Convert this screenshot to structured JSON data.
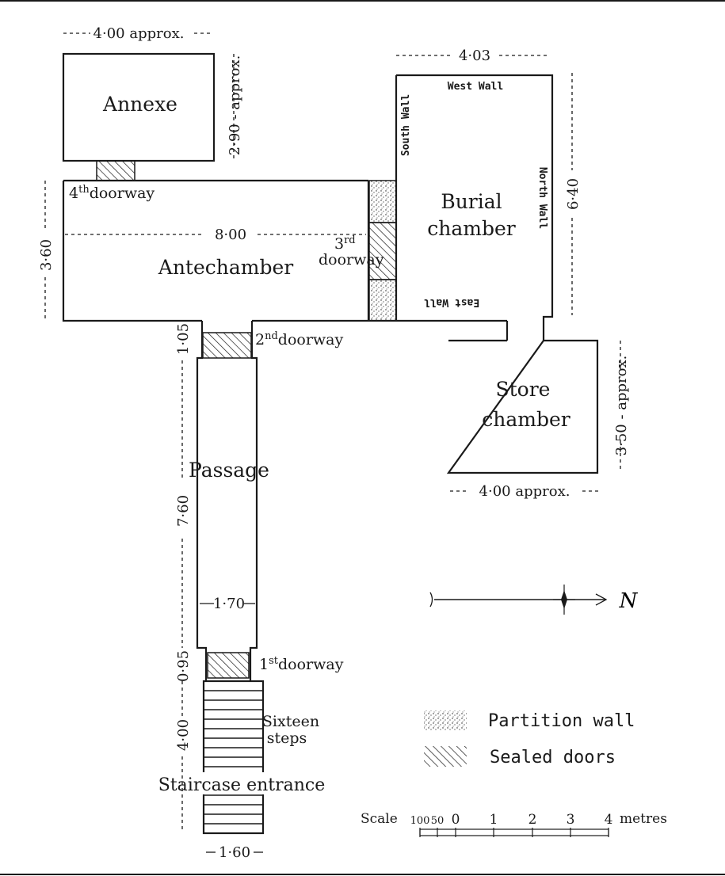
{
  "rooms": {
    "annexe": "Annexe",
    "antechamber": "Antechamber",
    "burial_line1": "Burial",
    "burial_line2": "chamber",
    "store_line1": "Store",
    "store_line2": "chamber",
    "passage": "Passage"
  },
  "walls": {
    "west": "West Wall",
    "south": "South Wall",
    "north": "North Wall",
    "east": "East Wall"
  },
  "doorways": {
    "first_sup": "st",
    "first_num": "1",
    "first_text": "doorway",
    "second_sup": "nd",
    "second_num": "2",
    "second_text": "doorway",
    "third_sup": "rd",
    "third_num": "3",
    "third_text": "doorway",
    "fourth_sup": "th",
    "fourth_num": "4",
    "fourth_text": "doorway"
  },
  "dimensions": {
    "annexe_width": "4·00 approx.",
    "annexe_height": "2·90 - approx.",
    "burial_width": "4·03",
    "burial_height": "6·40",
    "antechamber_length": "8·00",
    "antechamber_width": "3·60",
    "store_height": "3·50 - approx.",
    "store_width": "4·00 approx.",
    "passage_upper": "1·05",
    "passage_length": "7·60",
    "passage_width": "1·70",
    "passage_lower": "0·95",
    "stairs_length": "4·00",
    "stairs_width": "1·60"
  },
  "stairs": {
    "steps_line1": "Sixteen",
    "steps_line2": "steps",
    "entrance": "Staircase entrance"
  },
  "north_arrow": "N",
  "legend": {
    "partition": "Partition wall",
    "sealed": "Sealed doors"
  },
  "scale": {
    "label": "Scale",
    "ticks": [
      "100",
      "50",
      "0",
      "1",
      "2",
      "3",
      "4"
    ],
    "unit": "metres"
  }
}
